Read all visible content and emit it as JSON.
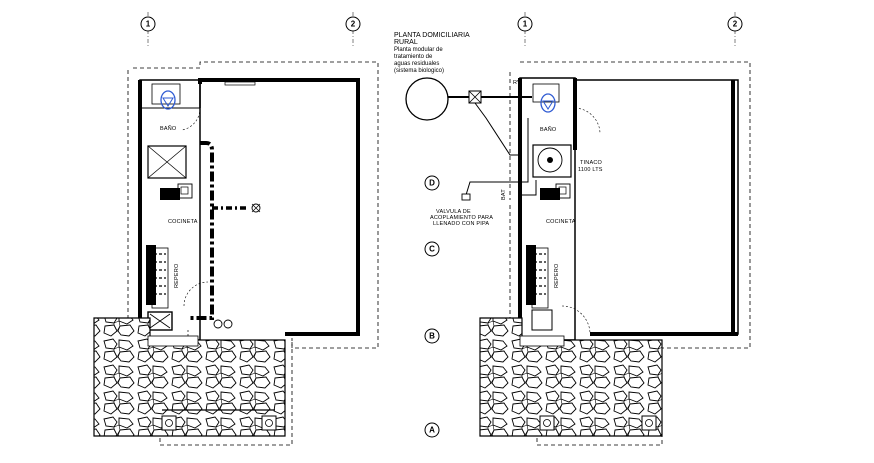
{
  "grid_top": [
    "1",
    "2",
    "1",
    "2"
  ],
  "grid_side": [
    "D",
    "C",
    "B",
    "A"
  ],
  "title": {
    "line1": "PLANTA DOMICILIARIA",
    "line2": "RURAL",
    "line3": "Planta modular de",
    "line4": "tratamiento de",
    "line5": "aguas residuales",
    "line6": "(sistema biologico)"
  },
  "left_plan": {
    "bano": "BAÑO",
    "cocineta": "COCINETA",
    "repero": "REPERO"
  },
  "right_plan": {
    "bano": "BAÑO",
    "cocineta": "COCINETA",
    "repero": "REPERO",
    "tinaco_1": "TINACO",
    "tinaco_2": "1100 LTS",
    "valvula_1": "VALVULA DE",
    "valvula_2": "ACOPLAMIENTO PARA",
    "valvula_3": "LLENADO CON PIPA",
    "bat": "BAT",
    "rv": "RV"
  },
  "colors": {
    "line": "#000000",
    "fixture": "#2f5bd3"
  }
}
